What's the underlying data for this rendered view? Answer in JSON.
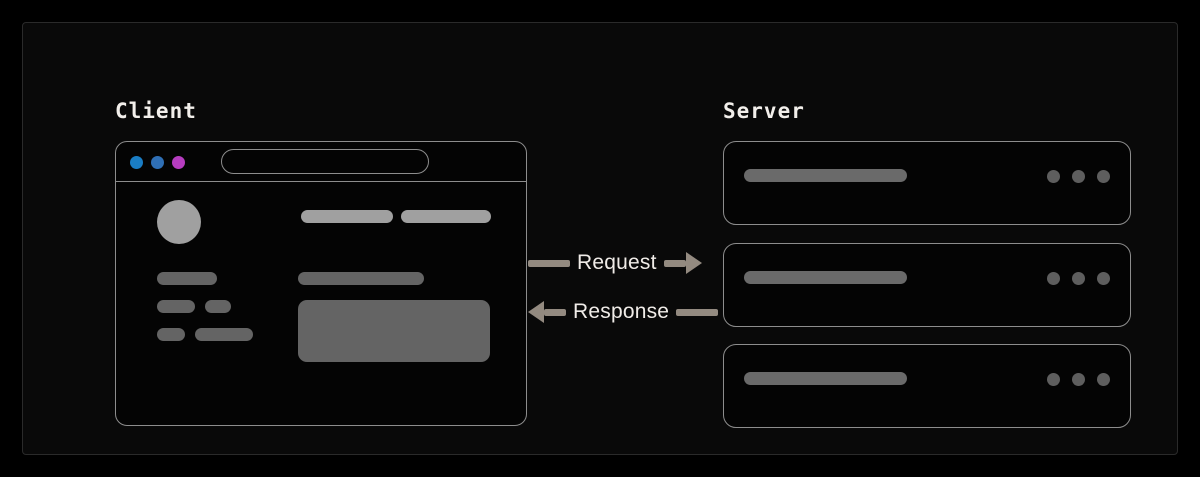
{
  "diagram": {
    "title_client": "Client",
    "title_server": "Server",
    "colors": {
      "background": "#000000",
      "frame_border": "#2a2a2a",
      "outline": "#8d8d8d",
      "skeleton_light": "#a0a0a0",
      "skeleton_dark": "#646464",
      "server_bar": "#6a6a6a",
      "server_dot": "#5e5e5e",
      "arrow": "#938a80",
      "label_text": "#f0ece8"
    }
  },
  "client": {
    "label": "Client",
    "window": {
      "traffic_lights": [
        {
          "name": "window-dot-blue",
          "color": "#1a7dc4"
        },
        {
          "name": "window-dot-indigo",
          "color": "#2f6fb5"
        },
        {
          "name": "window-dot-magenta",
          "color": "#b63dc0"
        }
      ],
      "url_bar_value": "",
      "url_bar_placeholder": ""
    },
    "content_placeholders": {
      "avatar": "avatar-circle",
      "top_bars": [
        "bar-top-1",
        "bar-top-2"
      ],
      "left_bars": [
        "bar-l-1",
        "bar-l-2",
        "bar-l-3",
        "bar-l-4",
        "bar-l-5"
      ],
      "right_bar": "bar-r-1",
      "right_block": "block-r"
    }
  },
  "server": {
    "label": "Server",
    "nodes": [
      {
        "name": "server-node-1",
        "bar": "",
        "menu_dots": 3
      },
      {
        "name": "server-node-2",
        "bar": "",
        "menu_dots": 3
      },
      {
        "name": "server-node-3",
        "bar": "",
        "menu_dots": 3
      }
    ]
  },
  "flows": [
    {
      "id": "request",
      "label": "Request",
      "direction": "client-to-server"
    },
    {
      "id": "response",
      "label": "Response",
      "direction": "server-to-client"
    }
  ]
}
